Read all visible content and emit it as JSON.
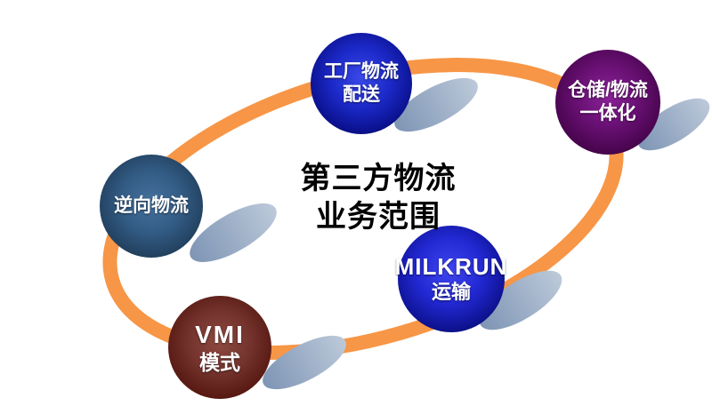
{
  "diagram": {
    "title": {
      "line1": "第三方物流",
      "line2": "业务范围"
    },
    "nodes": [
      {
        "name": "factory-distribution",
        "line1": "工厂物流",
        "line2": "配送",
        "color": "#1d2aca"
      },
      {
        "name": "warehouse-integration",
        "line1": "仓储/物流",
        "line2": "一体化",
        "color": "#6a1175"
      },
      {
        "name": "reverse-logistics",
        "line1": "逆向物流",
        "line2": "",
        "color": "#335c85"
      },
      {
        "name": "vmi-mode",
        "line1": "VMI",
        "line2": "模式",
        "color": "#74332d"
      },
      {
        "name": "milkrun-transport",
        "line1": "MILKRUN",
        "line2": "运输",
        "color": "#2228d2"
      }
    ],
    "ring_color": "#F79646",
    "shadow_color": "#8CA3BF",
    "background_color": "#FFFFFF",
    "node_text_color": "#FFFFFF",
    "title_color": "#000000"
  }
}
